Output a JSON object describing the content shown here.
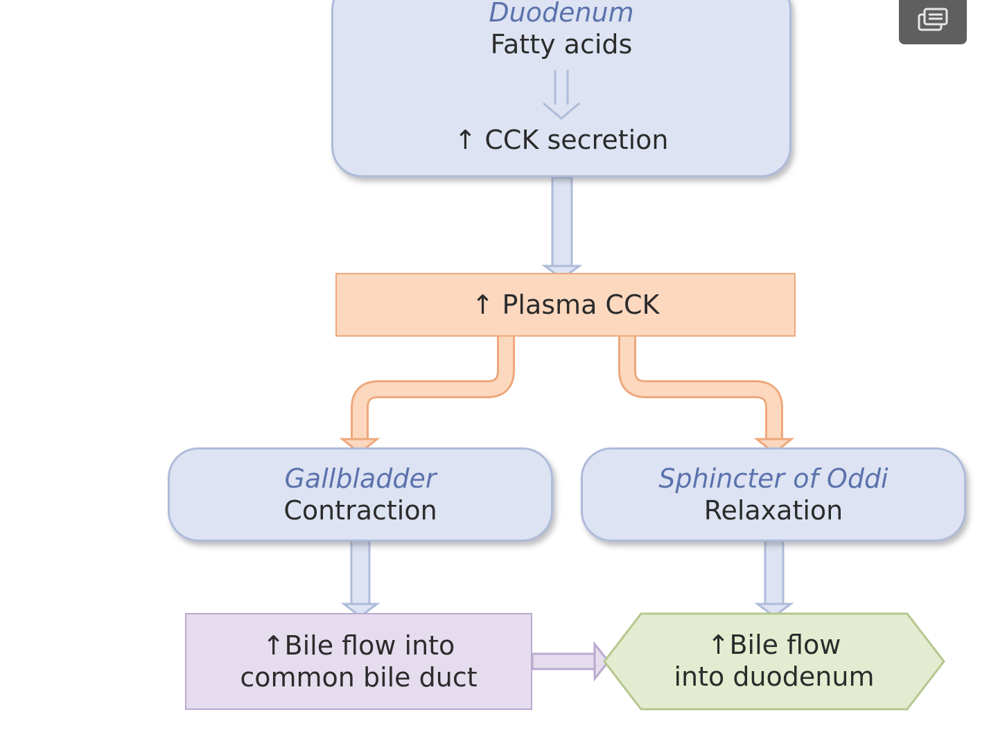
{
  "top_box": {
    "title": "Duodenum",
    "line1": "Fatty acids",
    "line2": "↑ CCK secretion"
  },
  "plasma_box": {
    "label": "↑ Plasma CCK"
  },
  "gallbladder_box": {
    "title": "Gallbladder",
    "line1": "Contraction"
  },
  "sphincter_box": {
    "title": "Sphincter of Oddi",
    "line1": "Relaxation"
  },
  "bile_duct_box": {
    "line1": "↑Bile flow into",
    "line2": "common bile duct"
  },
  "duodenum_flow_box": {
    "line1": "↑Bile flow",
    "line2": "into duodenum"
  },
  "toolbar": {
    "toggle_icon": "layers-icon"
  },
  "colors": {
    "blue_fill": "#dde3f2",
    "blue_border": "#aebbd9",
    "title_blue": "#5b72ad",
    "orange_fill": "#fcd8be",
    "orange_border": "#eea77c",
    "purple_fill": "#e5dcee",
    "purple_border": "#b9a9cf",
    "green_fill": "#e3ecd0",
    "green_border": "#b5c78e"
  }
}
